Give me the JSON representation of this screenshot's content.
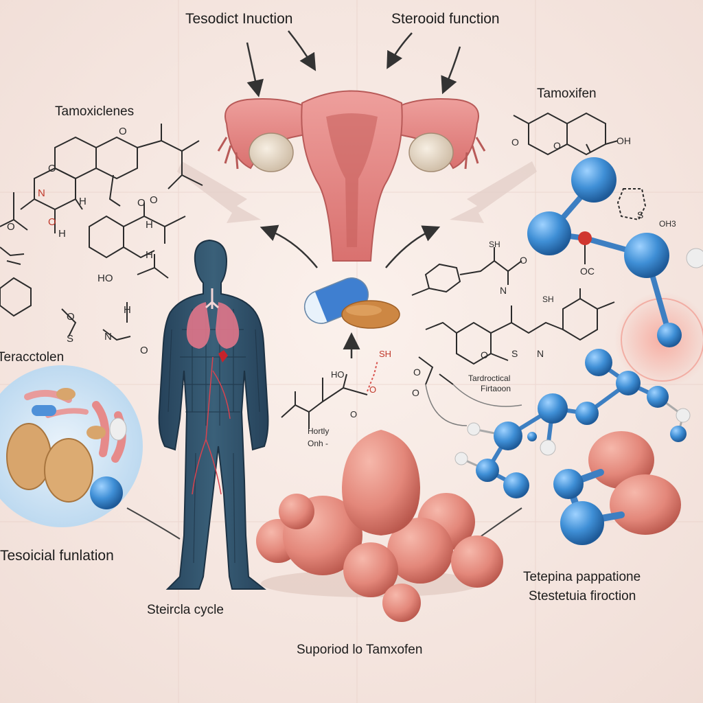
{
  "labels": {
    "top_left": "Tesodict Inuction",
    "top_right": "Sterooid function",
    "tamoxiclenes": "Tamoxiclenes",
    "tamoxifen": "Tamoxifen",
    "teracctolen": "Teracctolen",
    "tesoicial": "Tesoicial funlation",
    "steircla": "Steircla cycle",
    "teteplna_1": "Tetepina pappatione",
    "teteplna_2": "Stestetuia firoction",
    "suporiod": "Suporiod lo Tamxofen",
    "center_small_1": "Tardroctical",
    "center_small_2": "Firtaoon",
    "chem_hortly": "Hortly",
    "chem_onh": "Onh -"
  },
  "atoms": {
    "o": "O",
    "h": "H",
    "n": "N",
    "s": "S",
    "ho": "HO",
    "oh": "OH",
    "oc": "OC",
    "oh3": "OH3",
    "sh": "SH"
  },
  "colors": {
    "background": "#f6e5df",
    "uterus": "#e58f8e",
    "body": "#2f4e63",
    "molecule": "#3c8fd6",
    "spheres": "#e7877b",
    "inset": "#cfe4f5"
  }
}
